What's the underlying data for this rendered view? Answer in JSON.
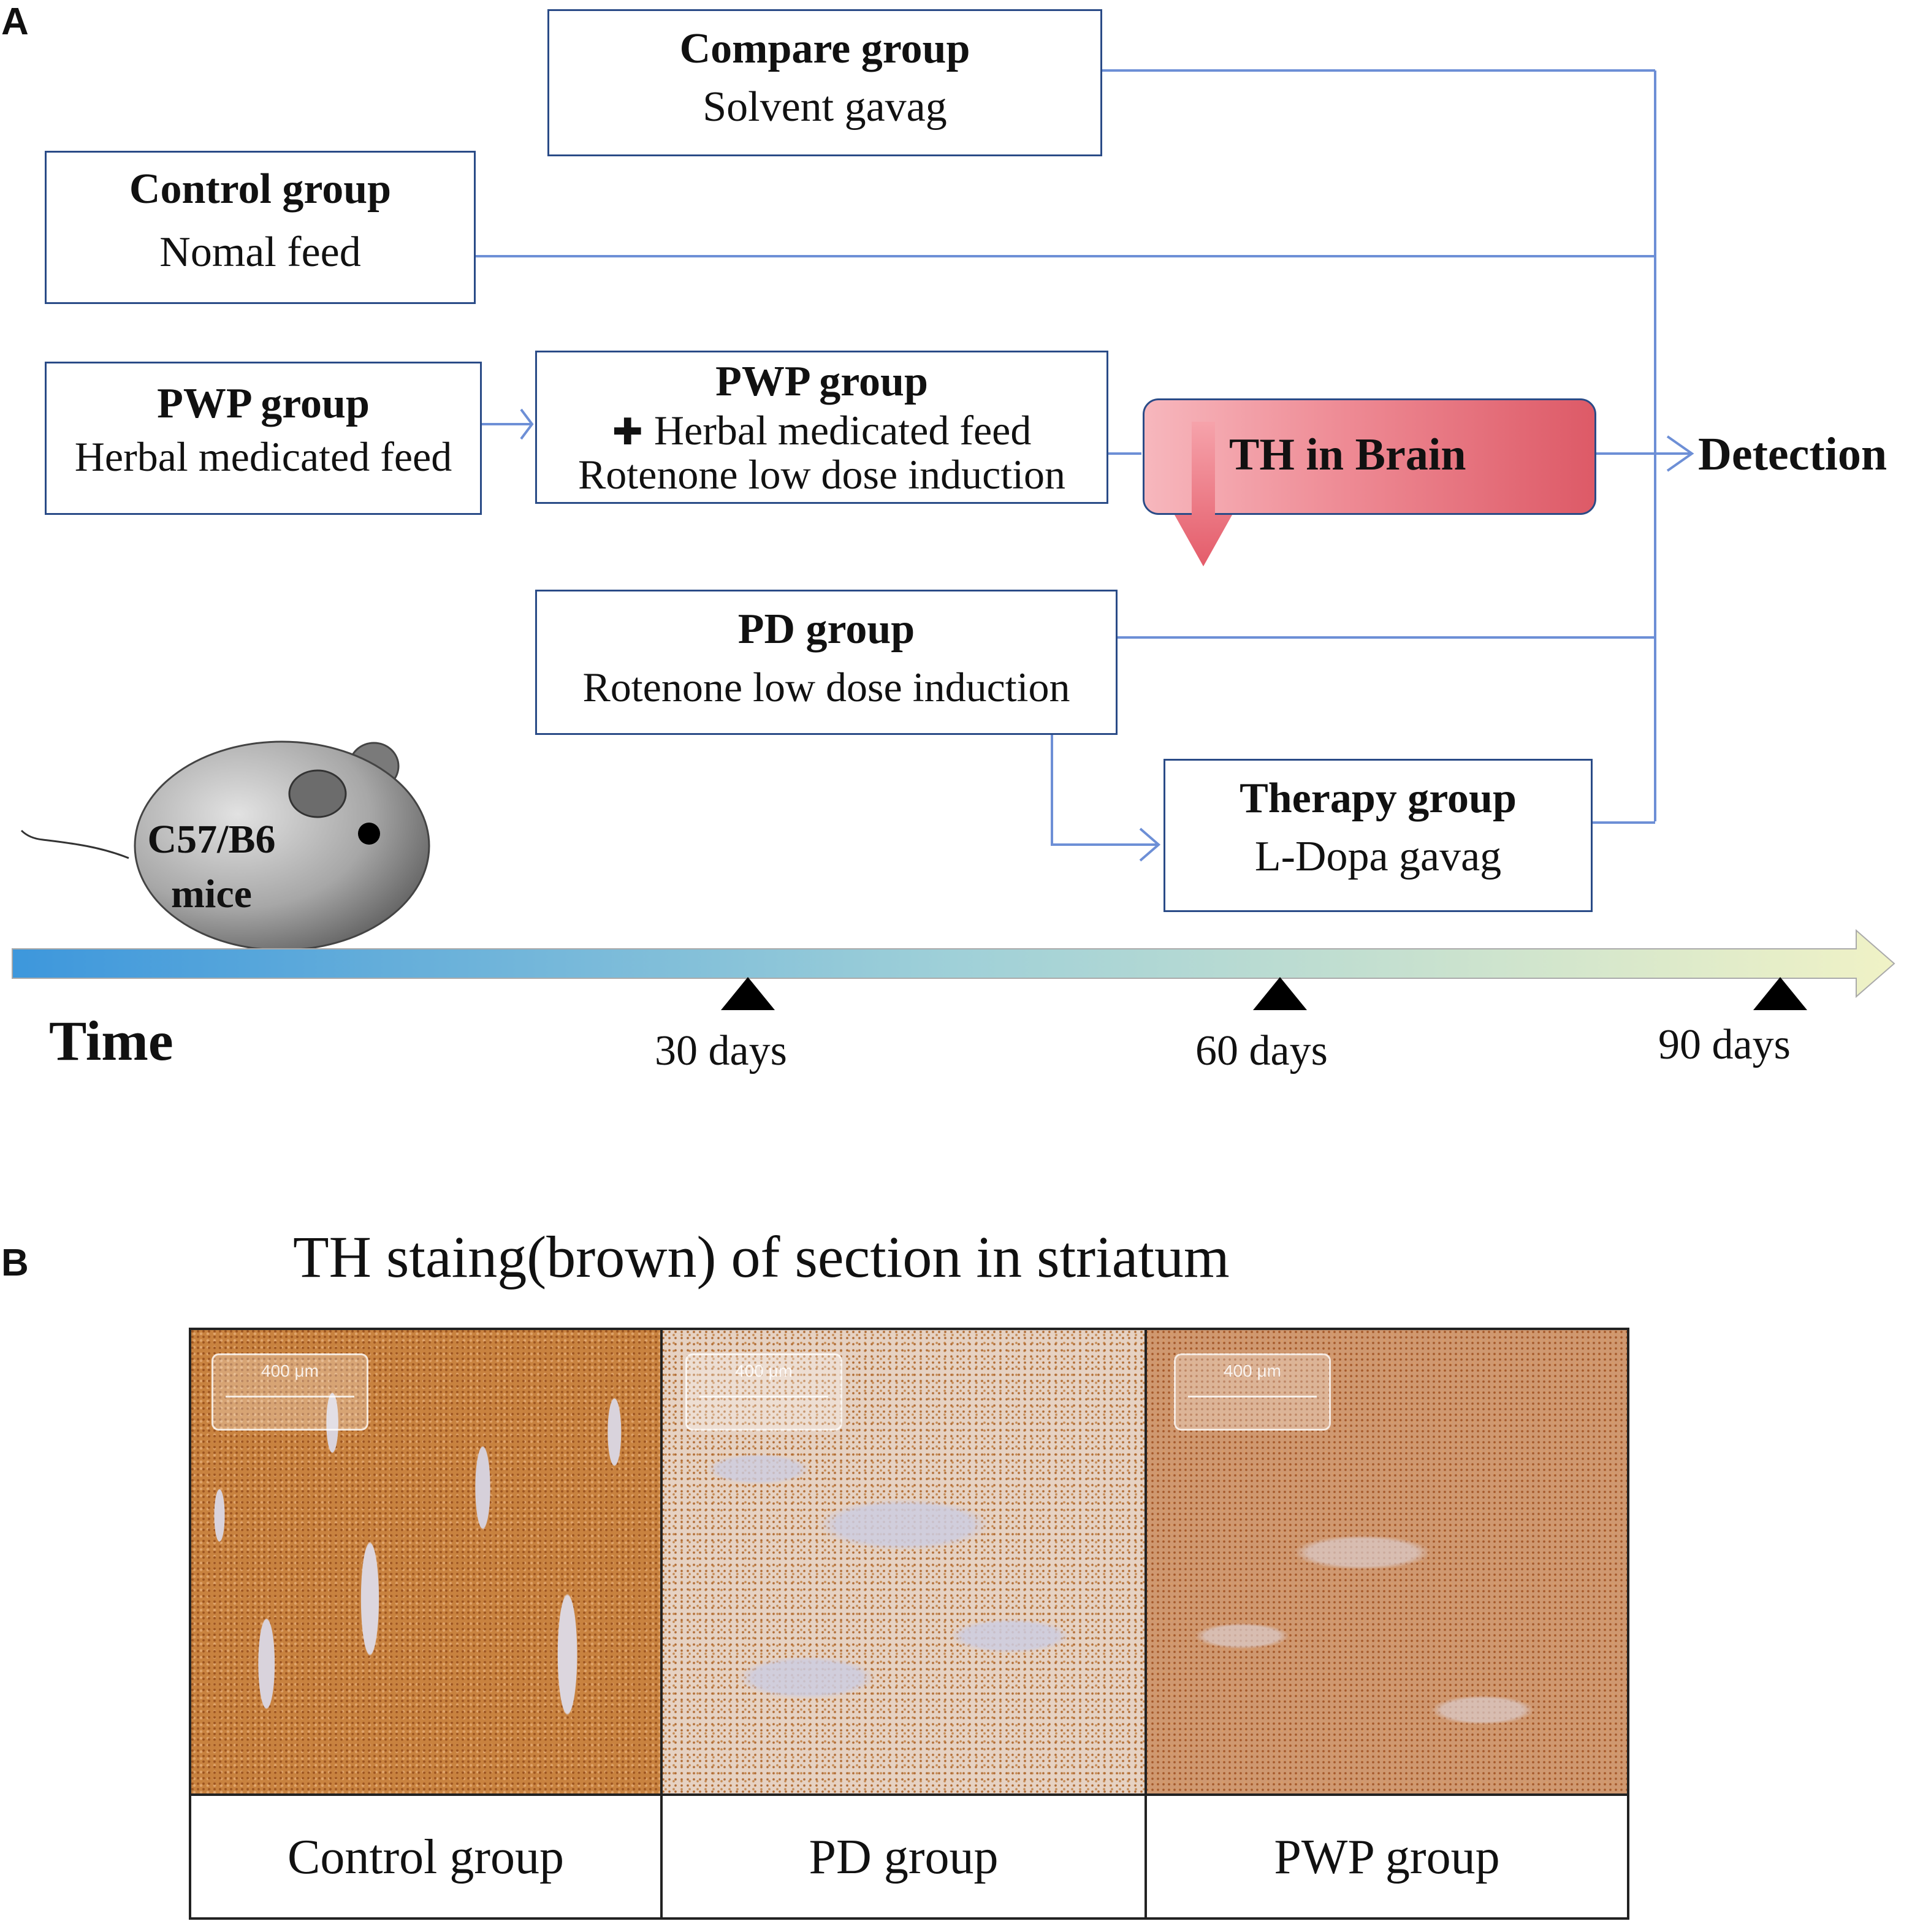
{
  "panel_a": {
    "letter": "A",
    "boxes": {
      "compare": {
        "title": "Compare group",
        "sub": "Solvent gavag"
      },
      "control": {
        "title": "Control group",
        "sub": "Nomal feed"
      },
      "pwp_pre": {
        "title": "PWP group",
        "sub": "Herbal medicated feed"
      },
      "pwp_main": {
        "title": "PWP group",
        "plus": "✚",
        "sub1": "Herbal medicated feed",
        "sub2": "Rotenone low dose induction"
      },
      "pd": {
        "title": "PD group",
        "sub": "Rotenone low dose induction"
      },
      "therapy": {
        "title": "Therapy group",
        "sub": "L-Dopa gavag"
      }
    },
    "th_in_brain": "TH in Brain",
    "detection": "Detection",
    "mouse": {
      "line1": "C57/B6",
      "line2": "mice"
    },
    "timeline": {
      "label": "Time",
      "ticks": [
        "30 days",
        "60 days",
        "90 days"
      ]
    },
    "colors": {
      "line": "#6d8fd6",
      "box_border": "#2a4b87",
      "th_fill": "#e8737d",
      "arrow_down": "#e86b78"
    }
  },
  "panel_b": {
    "letter": "B",
    "title": "TH staing(brown) of section in striatum",
    "scale_label": "400 μm",
    "images": [
      {
        "name": "Control group",
        "stain": "dense"
      },
      {
        "name": "PD group",
        "stain": "sparse"
      },
      {
        "name": "PWP group",
        "stain": "medium"
      }
    ]
  }
}
